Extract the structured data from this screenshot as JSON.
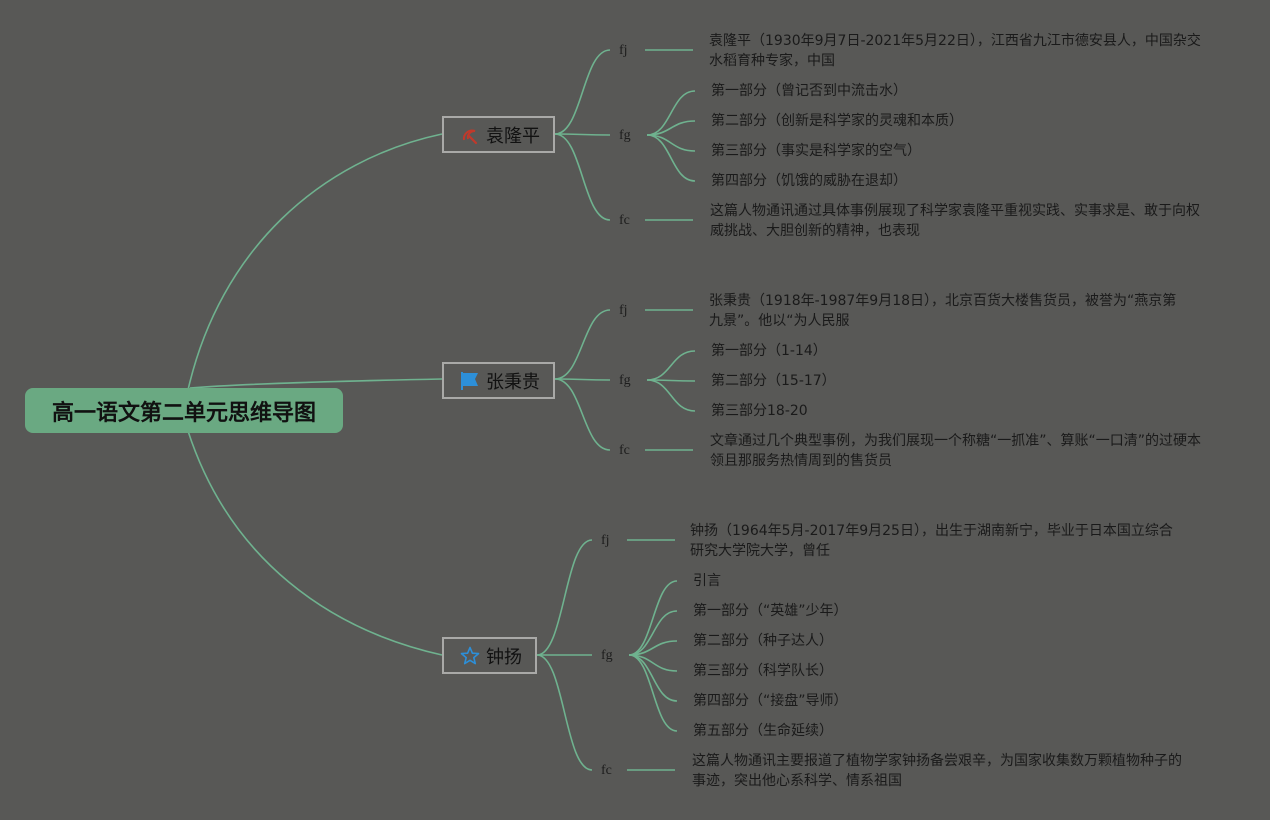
{
  "root": {
    "label": "高一语文第二单元思维导图"
  },
  "branches": [
    {
      "name": "袁隆平",
      "icon": "sickle-icon",
      "fj": "fj",
      "fj_text": "袁隆平（1930年9月7日-2021年5月22日），江西省九江市德安县人，中国杂交水稻育种专家，中国",
      "fg": "fg",
      "fg_items": [
        "第一部分（曾记否到中流击水）",
        "第二部分（创新是科学家的灵魂和本质）",
        "第三部分（事实是科学家的空气）",
        "第四部分（饥饿的威胁在退却）"
      ],
      "fc": "fc",
      "fc_text": "这篇人物通讯通过具体事例展现了科学家袁隆平重视实践、实事求是、敢于向权威挑战、大胆创新的精神，也表现"
    },
    {
      "name": "张秉贵",
      "icon": "flag-icon",
      "fj": "fj",
      "fj_text": "张秉贵（1918年-1987年9月18日），北京百货大楼售货员，被誉为“燕京第九景”。他以“为人民服",
      "fg": "fg",
      "fg_items": [
        "第一部分（1-14）",
        "第二部分（15-17）",
        "第三部分18-20"
      ],
      "fc": "fc",
      "fc_text": "文章通过几个典型事例，为我们展现一个称糖“一抓准”、算账“一口清”的过硬本领且那服务热情周到的售货员"
    },
    {
      "name": "钟扬",
      "icon": "star-icon",
      "fj": "fj",
      "fj_text": "钟扬（1964年5月-2017年9月25日），出生于湖南新宁，毕业于日本国立综合研究大学院大学，曾任",
      "fg": "fg",
      "fg_items": [
        "引言",
        "第一部分（“英雄”少年）",
        "第二部分（种子达人）",
        "第三部分（科学队长）",
        "第四部分（“接盘”导师）",
        "第五部分（生命延续）"
      ],
      "fc": "fc",
      "fc_text": "这篇人物通讯主要报道了植物学家钟扬备尝艰辛，为国家收集数万颗植物种子的事迹，突出他心系科学、情系祖国"
    }
  ],
  "colors": {
    "background": "#585856",
    "connector": "#6fb28f",
    "root_fill": "#6aa982",
    "node_border": "#a9a9a7",
    "sickle": "#c0392b",
    "flag": "#2d8fd8",
    "star": "#2d8fd8"
  }
}
